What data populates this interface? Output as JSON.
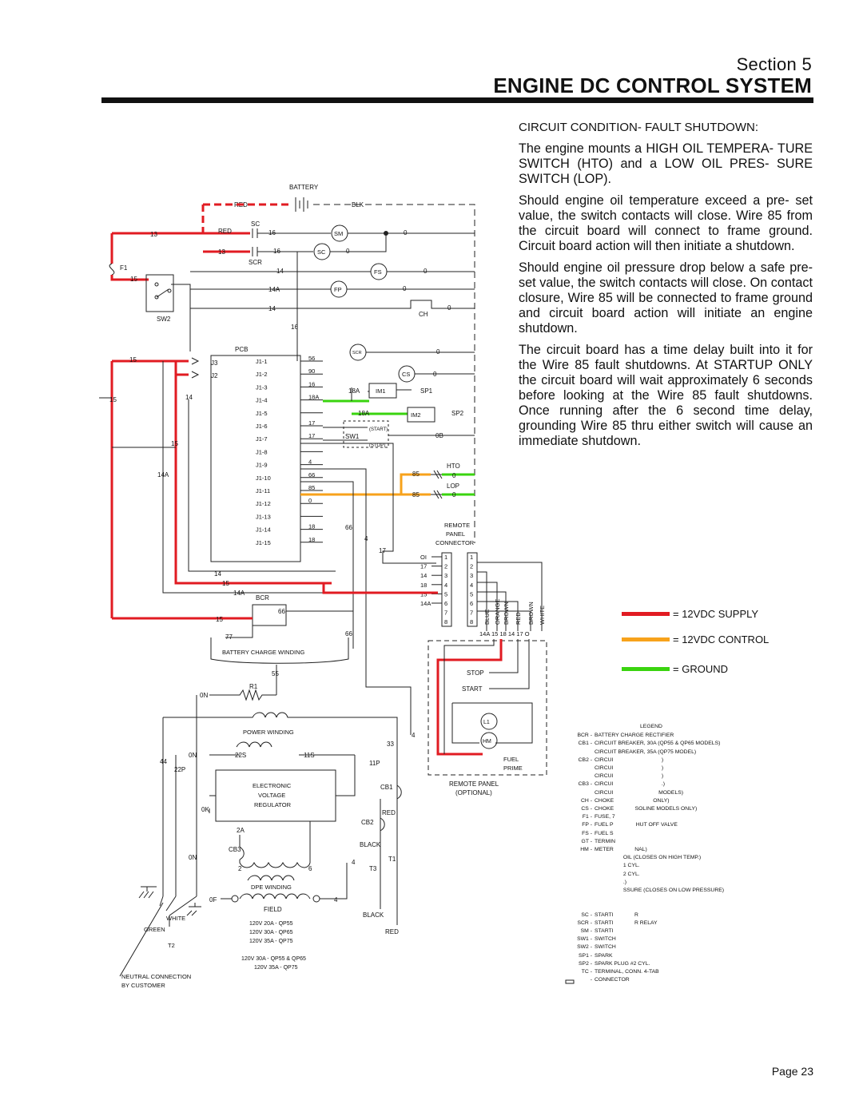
{
  "header": {
    "section": "Section 5",
    "title": "ENGINE DC CONTROL SYSTEM"
  },
  "body": {
    "heading": "CIRCUIT CONDITION- FAULT SHUTDOWN:",
    "paragraphs": [
      "The engine mounts a HIGH OIL TEMPERA- TURE SWITCH (HTO) and a LOW OIL PRES- SURE SWITCH (LOP).",
      "Should engine oil temperature exceed a pre- set value, the switch contacts will close. Wire 85 from the circuit board will connect to frame ground. Circuit board action will then initiate a shutdown.",
      "Should engine oil pressure drop below a safe pre-set value, the switch contacts will close. On contact closure, Wire 85 will be connected to frame ground and circuit board action will initiate an engine shutdown.",
      "The circuit board has a time delay built into it for the Wire 85 fault shutdowns. At STARTUP ONLY the circuit board will wait approximately 6 seconds before looking at the Wire 85 fault shutdowns. Once running after the 6 second time delay, grounding Wire 85 thru either switch will cause an immediate shutdown."
    ]
  },
  "key": [
    {
      "label": "= 12VDC SUPPLY",
      "color": "#e11b22"
    },
    {
      "label": "= 12VDC CONTROL",
      "color": "#f7a21b"
    },
    {
      "label": "= GROUND",
      "color": "#3ad40f"
    }
  ],
  "legend": {
    "title": "LEGEND",
    "rows": [
      {
        "code": "BCR -",
        "desc": "BATTERY CHARGE RECTIFIER"
      },
      {
        "code": "CB1 -",
        "desc": "CIRCUIT BREAKER, 30A (QP55 & QP65 MODELS)"
      },
      {
        "code": "",
        "desc": "CIRCUIT BREAKER, 35A (QP75 MODEL)"
      },
      {
        "code": "CB2 -",
        "desc": "CIRCUI                                )"
      },
      {
        "code": "",
        "desc": "CIRCUI                                )"
      },
      {
        "code": "",
        "desc": "CIRCUI                                )"
      },
      {
        "code": "CB3 -",
        "desc": "CIRCUI                                .)"
      },
      {
        "code": "",
        "desc": "CIRCUI                              MODELS)"
      },
      {
        "code": "CH -",
        "desc": "CHOKE                          ONLY)"
      },
      {
        "code": "CS -",
        "desc": "CHOKE              SOLINE MODELS ONLY)"
      },
      {
        "code": "F1 -",
        "desc": "FUSE, 7"
      },
      {
        "code": "FP -",
        "desc": "FUEL P               HUT OFF VALVE"
      },
      {
        "code": "FS -",
        "desc": "FUEL S"
      },
      {
        "code": "GT -",
        "desc": "TERMIN"
      },
      {
        "code": "HM -",
        "desc": "METER              NAL)"
      },
      {
        "code": "",
        "desc": "                   OIL (CLOSES ON HIGH TEMP.)"
      },
      {
        "code": "",
        "desc": "                   1 CYL."
      },
      {
        "code": "",
        "desc": "                   2 CYL."
      },
      {
        "code": "",
        "desc": "                   .)"
      },
      {
        "code": "",
        "desc": "                   SSURE (CLOSES ON LOW PRESSURE)"
      },
      {
        "code": "",
        "desc": " "
      },
      {
        "code": "",
        "desc": " "
      },
      {
        "code": "SC -",
        "desc": "STARTI              R"
      },
      {
        "code": "SCR -",
        "desc": "STARTI              R RELAY"
      },
      {
        "code": "SM -",
        "desc": "STARTI"
      },
      {
        "code": "SW1 -",
        "desc": "SWITCH"
      },
      {
        "code": "SW2 -",
        "desc": "SWITCH"
      },
      {
        "code": "SP1 -",
        "desc": "SPARK"
      },
      {
        "code": "SP2 -",
        "desc": "SPARK PLUG #2 CYL."
      },
      {
        "code": "TC -",
        "desc": "TERMINAL, CONN. 4-TAB"
      },
      {
        "code": "-",
        "desc": "CONNECTOR"
      }
    ]
  },
  "diagram": {
    "battery": "BATTERY",
    "red": "RED",
    "blk": "BLK",
    "sc": "SC",
    "scr": "SCR",
    "sm": "SM",
    "fs": "FS",
    "fp": "FP",
    "ch": "CH",
    "f1": "F1",
    "sw2": "SW2",
    "pcb": "PCB",
    "j3": "J3",
    "j2": "J2",
    "j1_pins": [
      "J1-1",
      "J1-2",
      "J1-3",
      "J1-4",
      "J1-5",
      "J1-6",
      "J1-7",
      "J1-8",
      "J1-9",
      "J1-10",
      "J1-11",
      "J1-12",
      "J1-13",
      "J1-14",
      "J1-15"
    ],
    "pin_wires": [
      "56",
      "90",
      "16",
      "18A",
      "",
      "17",
      "17",
      "",
      "4",
      "66",
      "85",
      "0",
      "",
      "18",
      "18"
    ],
    "cs": "CS",
    "im1": "IM1",
    "im2": "IM2",
    "sp1": "SP1",
    "sp2": "SP2",
    "sw1": "SW1",
    "start_lbl": "(START)",
    "stop_lbl": "(STOP)",
    "hto": "HTO",
    "lop": "LOP",
    "w85": "85",
    "remote_panel_connector": [
      "REMOTE",
      "PANEL",
      "CONNECTOR"
    ],
    "conn_left": [
      "OI",
      "17",
      "14",
      "18",
      "15",
      "14A"
    ],
    "conn_pins": [
      "1",
      "2",
      "3",
      "4",
      "5",
      "6",
      "7",
      "8"
    ],
    "conn_colors": [
      "BLUE",
      "ORANGE",
      "BROWN",
      "RED",
      "BROWN",
      "WHITE"
    ],
    "conn_bottom": "14A 15 18  14  17  O",
    "bcr": "BCR",
    "battery_charge_winding": "BATTERY CHARGE WINDING",
    "stop": "STOP",
    "start": "START",
    "l1": "L1",
    "hm": "HM",
    "fuel": "FUEL",
    "prime": "PRIME",
    "remote_panel": "REMOTE PANEL",
    "optional": "(OPTIONAL)",
    "r1": "R1",
    "power_winding": "POWER WINDING",
    "evr": [
      "ELECTRONIC",
      "VOLTAGE",
      "REGULATOR"
    ],
    "cb1": "CB1",
    "cb2": "CB2",
    "cb3": "CB3",
    "t1": "T1",
    "t2": "T2",
    "t3": "T3",
    "dpe_winding": "DPE WINDING",
    "field": "FIELD",
    "white": "WHITE",
    "green": "GREEN",
    "black": "BLACK",
    "ratings1": [
      "120V 20A - QP55",
      "120V 30A - QP65",
      "120V 35A - QP75"
    ],
    "ratings2": [
      "120V 30A - QP55 & QP65",
      "120V 35A - QP75"
    ],
    "neutral": [
      "NEUTRAL CONNECTION",
      "BY CUSTOMER"
    ]
  },
  "footer": {
    "page": "Page 23"
  }
}
